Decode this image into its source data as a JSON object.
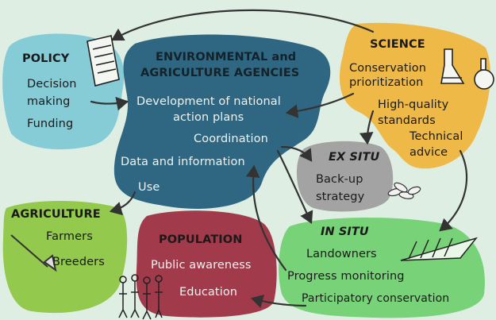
{
  "policy": {
    "title": "POLICY",
    "items": [
      "Decision",
      "making",
      "Funding"
    ]
  },
  "agencies": {
    "title_line1": "ENVIRONMENTAL and",
    "title_line2": "AGRICULTURE AGENCIES",
    "items": [
      "Development of national",
      "action plans",
      "Coordination",
      "Data and information",
      "Use"
    ]
  },
  "science": {
    "title": "SCIENCE",
    "items": [
      "Conservation",
      "prioritization",
      "High-quality",
      "standards",
      "Technical",
      "advice"
    ]
  },
  "ex_situ": {
    "title": "EX SITU",
    "items": [
      "Back-up",
      "strategy"
    ]
  },
  "agriculture": {
    "title": "AGRICULTURE",
    "items": [
      "Farmers",
      "Breeders"
    ]
  },
  "population": {
    "title": "POPULATION",
    "items": [
      "Public awareness",
      "Education"
    ]
  },
  "in_situ": {
    "title": "IN SITU",
    "items": [
      "Landowners",
      "Progress monitoring",
      "Participatory conservation"
    ]
  },
  "colors": {
    "policy": "#7ec9d6",
    "agencies": "#1f5a78",
    "science": "#f0b43a",
    "ex_situ": "#9c9c9c",
    "agriculture": "#8cc63f",
    "population": "#9b2a3e",
    "in_situ": "#6fcf6f",
    "background": "#dfeee3"
  }
}
